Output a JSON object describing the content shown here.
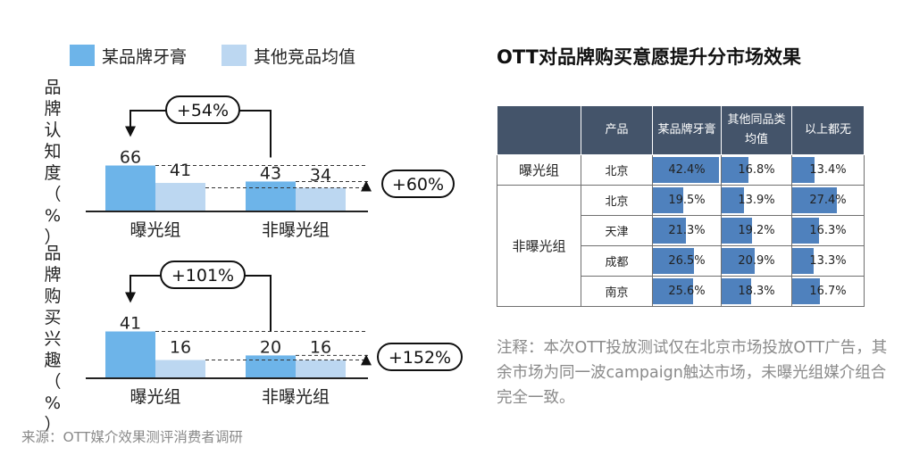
{
  "legend": [
    {
      "label": "某品牌牙膏",
      "color": "#6db4e9"
    },
    {
      "label": "其他竞品均值",
      "color": "#bcd7f1"
    }
  ],
  "chart_data": [
    {
      "type": "bar",
      "ylabel": "品牌认知度（%）",
      "categories": [
        "曝光组",
        "非曝光组"
      ],
      "series": [
        {
          "name": "某品牌牙膏",
          "values": [
            66,
            43
          ]
        },
        {
          "name": "其他竞品均值",
          "values": [
            41,
            34
          ]
        }
      ],
      "annotations": [
        "+54%",
        "+60%"
      ]
    },
    {
      "type": "bar",
      "ylabel": "品牌购买兴趣（%）",
      "categories": [
        "曝光组",
        "非曝光组"
      ],
      "series": [
        {
          "name": "某品牌牙膏",
          "values": [
            41,
            20
          ]
        },
        {
          "name": "其他竞品均值",
          "values": [
            16,
            16
          ]
        }
      ],
      "annotations": [
        "+101%",
        "+152%"
      ]
    },
    {
      "type": "table",
      "title": "OTT对品牌购买意愿提升分市场效果",
      "columns": [
        "",
        "产品",
        "某品牌牙膏",
        "其他同品类均值",
        "以上都无"
      ],
      "rows": [
        {
          "group": "曝光组",
          "market": "北京",
          "values": [
            "42.4%",
            "16.8%",
            "13.4%"
          ],
          "fill": [
            0.424,
            0.168,
            0.134
          ]
        },
        {
          "group": "非曝光组",
          "market": "北京",
          "values": [
            "19.5%",
            "13.9%",
            "27.4%"
          ],
          "fill": [
            0.195,
            0.139,
            0.274
          ]
        },
        {
          "group": "非曝光组",
          "market": "天津",
          "values": [
            "21.3%",
            "19.2%",
            "16.3%"
          ],
          "fill": [
            0.213,
            0.192,
            0.163
          ]
        },
        {
          "group": "非曝光组",
          "market": "成都",
          "values": [
            "26.5%",
            "20.9%",
            "13.3%"
          ],
          "fill": [
            0.265,
            0.209,
            0.133
          ]
        },
        {
          "group": "非曝光组",
          "market": "南京",
          "values": [
            "25.6%",
            "18.3%",
            "16.7%"
          ],
          "fill": [
            0.256,
            0.183,
            0.167
          ]
        }
      ]
    }
  ],
  "table_header": {
    "col1": "产品",
    "col2": "某品牌牙膏",
    "col3": "其他同品类均值",
    "col4": "以上都无"
  },
  "note": "注释：本次OTT投放测试仅在北京市场投放OTT广告，其余市场为同一波campaign触达市场，未曝光组媒介组合完全一致。",
  "source": "来源：OTT媒介效果测评消费者调研"
}
